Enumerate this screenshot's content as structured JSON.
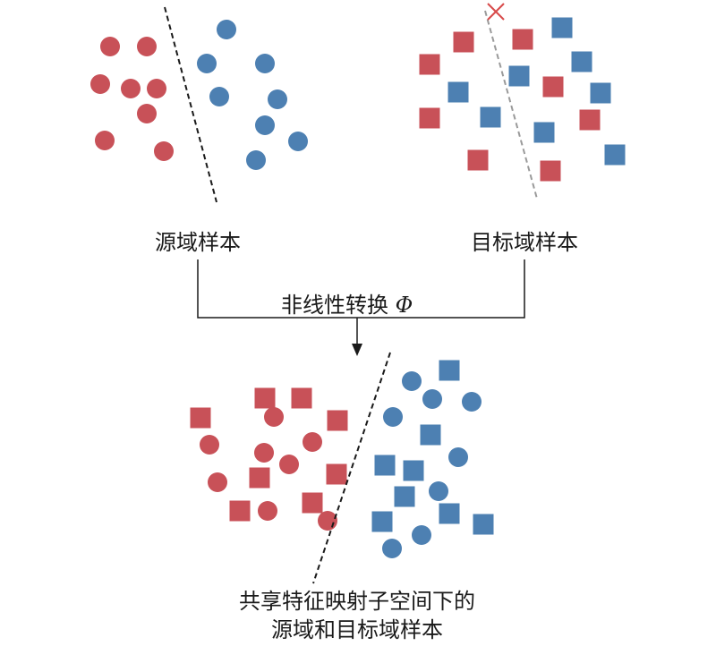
{
  "labels": {
    "source": "源域样本",
    "target": "目标域样本",
    "transform": "非线性转换",
    "phi": "Φ",
    "shared_line1": "共享特征映射子空间下的",
    "shared_line2": "源域和目标域样本"
  },
  "colors": {
    "class_red": "#c85158",
    "class_blue": "#4d80b2",
    "boundary_black": "#1a1a1a",
    "boundary_gray": "#9a9a9a",
    "mismatch_marker": "#d84a4a",
    "connector": "#1a1a1a"
  },
  "icons": {
    "mismatch": "x-mark-icon"
  }
}
